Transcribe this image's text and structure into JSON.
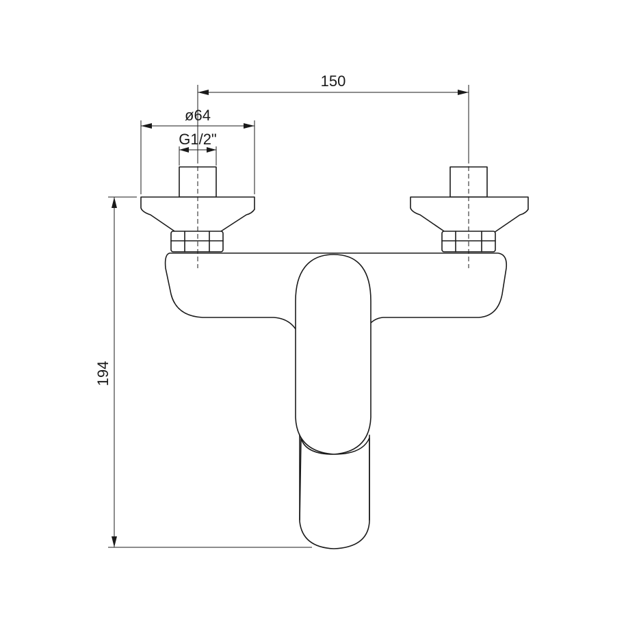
{
  "dimensions": {
    "center_distance": "150",
    "flange_diameter": "ø64",
    "thread_size": "G1/2\"",
    "height": "194"
  }
}
